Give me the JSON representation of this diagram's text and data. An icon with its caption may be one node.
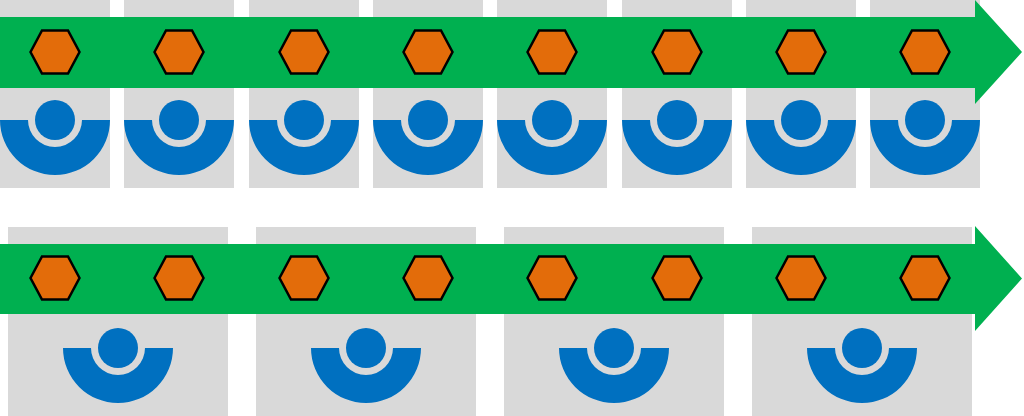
{
  "diagram": {
    "nodes": [
      {
        "text": [],
        "shape": "box"
      },
      {
        "text": [],
        "shape": "box"
      },
      {
        "text": [],
        "shape": "box"
      },
      {
        "text": [],
        "shape": "box"
      },
      {
        "text": [],
        "shape": "box"
      },
      {
        "text": [],
        "shape": "box"
      },
      {
        "text": [],
        "shape": "box"
      },
      {
        "text": [],
        "shape": "box"
      },
      {
        "text": [],
        "shape": "arrow"
      },
      {
        "text": [],
        "shape": "hexagon"
      },
      {
        "text": [],
        "shape": "hexagon"
      },
      {
        "text": [],
        "shape": "hexagon"
      },
      {
        "text": [],
        "shape": "hexagon"
      },
      {
        "text": [],
        "shape": "hexagon"
      },
      {
        "text": [],
        "shape": "hexagon"
      },
      {
        "text": [],
        "shape": "hexagon"
      },
      {
        "text": [],
        "shape": "hexagon"
      },
      {
        "text": [],
        "shape": "person",
        "in": 0
      },
      {
        "text": [],
        "shape": "person",
        "in": 1
      },
      {
        "text": [],
        "shape": "person",
        "in": 2
      },
      {
        "text": [],
        "shape": "person",
        "in": 3
      },
      {
        "text": [],
        "shape": "person",
        "in": 4
      },
      {
        "text": [],
        "shape": "person",
        "in": 5
      },
      {
        "text": [],
        "shape": "person",
        "in": 6
      },
      {
        "text": [],
        "shape": "person",
        "in": 7
      },
      {
        "text": [],
        "shape": "box"
      },
      {
        "text": [],
        "shape": "box"
      },
      {
        "text": [],
        "shape": "box"
      },
      {
        "text": [],
        "shape": "box"
      },
      {
        "text": [],
        "shape": "arrow"
      },
      {
        "text": [],
        "shape": "hexagon"
      },
      {
        "text": [],
        "shape": "hexagon"
      },
      {
        "text": [],
        "shape": "hexagon"
      },
      {
        "text": [],
        "shape": "hexagon"
      },
      {
        "text": [],
        "shape": "hexagon"
      },
      {
        "text": [],
        "shape": "hexagon"
      },
      {
        "text": [],
        "shape": "hexagon"
      },
      {
        "text": [],
        "shape": "hexagon"
      },
      {
        "text": [],
        "shape": "person",
        "in": 25
      },
      {
        "text": [],
        "shape": "person",
        "in": 26
      },
      {
        "text": [],
        "shape": "person",
        "in": 27
      },
      {
        "text": [],
        "shape": "person",
        "in": 28
      }
    ]
  }
}
